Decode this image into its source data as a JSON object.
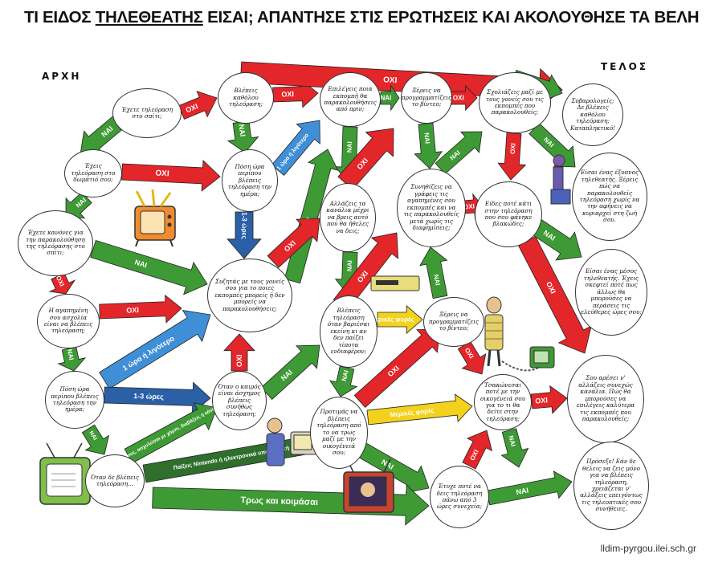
{
  "title": {
    "prefix": "ΤΙ ΕΙΔΟΣ ",
    "underlined": "ΤΗΛΕΘΕΑΤΗΣ",
    "suffix": " ΕΙΣΑΙ; ΑΠΑΝΤΗΣΕ ΣΤΙΣ ΕΡΩΤΗΣΕΙΣ ΚΑΙ ΑΚΟΛΟΥΘΗΣΕ ΤΑ ΒΕΛΗ"
  },
  "start_label": "ΑΡΧΗ",
  "end_label": "ΤΕΛΟΣ",
  "footer": "lldim-pyrgou.ilei.sch.gr",
  "colors": {
    "red": "#e3262a",
    "green": "#3e9a35",
    "blue": "#2b5fa6",
    "light_blue": "#3f8fd6",
    "yellow": "#f2d21b",
    "dark_green": "#2f6e2c"
  },
  "nodes": {
    "n1": "Έχετε τηλεόραση στο σπίτι;",
    "n2": "Βλέπεις καθόλου τηλεόραση;",
    "n3": "Επιλέγεις ποια εκπομπή θα παρακολουθήσεις από πριν;",
    "n4": "Ξέρεις να προγραμματίζεις το βίντεο;",
    "n5": "Σχολιάζεις μαζί με τους γονείς σου τις εκπομπές που παρακολουθείς;",
    "n6": "Σοβαρολογείς; Δε βλέπεις καθόλου τηλεόραση; Καταπληκτικό!",
    "n7": "Έχεις τηλεόραση στο δωμάτιό σου;",
    "n8": "Πόση ώρα περίπου βλέπεις τηλεόραση την ημέρα;",
    "n9": "Αλλάζεις τα κανάλια μέχρι να βρεις αυτό που θα ήθελες να δεις;",
    "n10": "Συνηθίζεις να γράφεις τις αγαπημένες σου εκπομπές και να τις παρακολουθείς μετά χωρίς τις διαφημίσεις;",
    "n11": "Είδες ποτέ κάτι στην τηλεόραση που σου φάνηκε βλακώδες;",
    "n12": "Είσαι ένας έξυπνος τηλεθεατής. Ξέρεις πώς να παρακολουθείς τηλεόραση χωρίς να την αφήνεις να κυριαρχεί στη ζωή σου.",
    "n13": "Έχετε κανόνες για την παρακολούθηση της τηλεόρασης στο σπίτι;",
    "n14": "Συζητάς με τους γονείς σου για το ποιες εκπομπές μπορείς ή δεν μπορείς να παρακολουθήσεις;",
    "n15": "Είσαι ένας μέσος τηλεθεατής. Έχεις σκεφτεί ποτέ πως άλλως θα μπορούσες να περάσεις τις ελεύθερες ώρες σου;",
    "n16": "Η αγαπημένη σου ασχολία είναι να βλέπεις τηλεόραση;",
    "n17": "Βλέπεις τηλεόραση όταν βαριέσαι εκείνη κι αν δεν παίζει τίποτα ενδιαφέρον;",
    "n18": "Ξέρεις να προγραμματίζεις το βίντεο;",
    "n19": "Πόση ώρα περίπου βλέπεις τηλεόραση την ημέρα;",
    "n20": "Όταν ο καιρός είναι άσχημος βλέπεις συνήθως τηλεόραση;",
    "n21": "Προτιμάς να βλέπεις τηλεόραση από το να τρως μαζί με την οικογένειά σου;",
    "n22": "Τσακώνεσαι ποτέ με την οικογένειά σου για το τι θα δείτε στην τηλεόραση;",
    "n23": "Σου αρέσει ν' αλλάζεις συνεχώς κανάλια. Πώς θα μπορούσες να επιλέγεις καλύτερα τις εκπομπές που παρακολουθείς;",
    "n24": "Όταν δε βλέπεις τηλεόραση...",
    "n25": "Έτυχε ποτέ να δεις τηλεόραση πάνω από 3 ώρες συνεχεία;",
    "n26": "Πρόσεξε! Εάν δε θέλεις να ζεις μόνο για να βλέπεις τηλεόραση, χρειάζεται ν' αλλάξεις επειγόντως τις τηλεοπτικές σου συνήθειες."
  },
  "arrow_labels": {
    "yes": "ΝΑΙ",
    "no": "ΟΧΙ",
    "hour_or_less": "1 ώρα ή λιγότερο",
    "one_to_three": "1-3 ώρες",
    "sometimes": "Μερικές φορές",
    "play_games": "Παίζεις Nintendo ή ηλεκτρονικά υπολογιστή",
    "eat_sleep": "Τρως και κοιμάσαι",
    "other_activities": "Παίζεις με φίλους, ασχολείσαι με χόμπι, διαβάζεις ή κάνεις sport"
  }
}
